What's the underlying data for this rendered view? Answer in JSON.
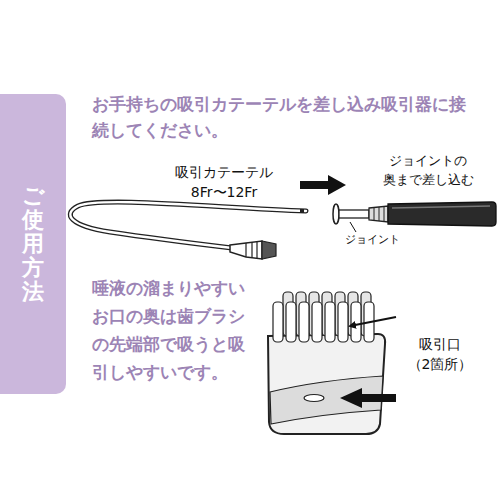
{
  "diagram": {
    "nodes": [
      {
        "text": [
          "ご使用方法"
        ]
      }
    ],
    "labels": [
      "お手持ちの吸引カテーテルを差し込み吸引器に接続してください。",
      "吸引カテーテル 8Fr〜12Fr",
      "ジョイントの 奥まで差し込む",
      "ジョイント",
      "唾液の溜まりやすいお口の奥は歯ブラシの先端部で吸うと吸引しやすいです。",
      "吸引口 （2箇所）"
    ]
  }
}
